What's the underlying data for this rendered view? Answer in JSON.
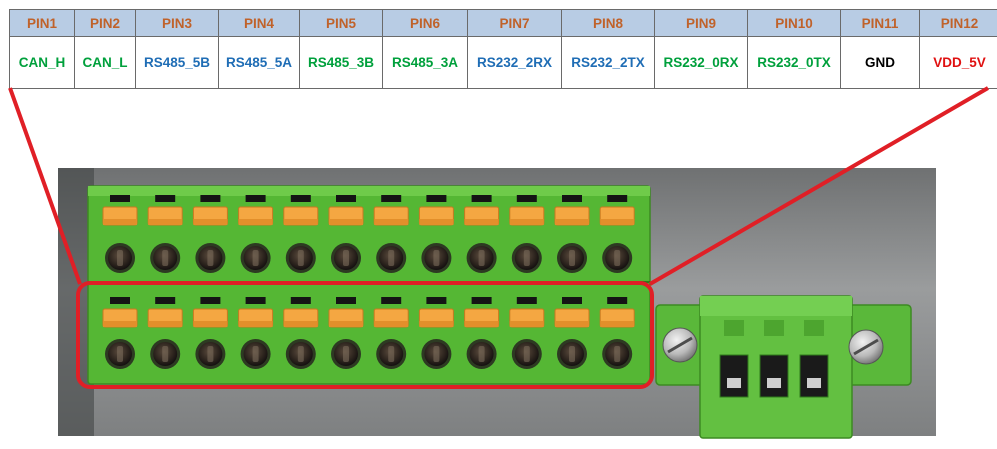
{
  "pins": [
    {
      "pin": "PIN1",
      "signal": "CAN_H",
      "color": "#00a03c"
    },
    {
      "pin": "PIN2",
      "signal": "CAN_L",
      "color": "#00a03c"
    },
    {
      "pin": "PIN3",
      "signal": "RS485_5B",
      "color": "#1f6db5"
    },
    {
      "pin": "PIN4",
      "signal": "RS485_5A",
      "color": "#1f6db5"
    },
    {
      "pin": "PIN5",
      "signal": "RS485_3B",
      "color": "#00a03c"
    },
    {
      "pin": "PIN6",
      "signal": "RS485_3A",
      "color": "#00a03c"
    },
    {
      "pin": "PIN7",
      "signal": "RS232_2RX",
      "color": "#1f6db5"
    },
    {
      "pin": "PIN8",
      "signal": "RS232_2TX",
      "color": "#1f6db5"
    },
    {
      "pin": "PIN9",
      "signal": "RS232_0RX",
      "color": "#00a03c"
    },
    {
      "pin": "PIN10",
      "signal": "RS232_0TX",
      "color": "#00a03c"
    },
    {
      "pin": "PIN11",
      "signal": "GND",
      "color": "#000000"
    },
    {
      "pin": "PIN12",
      "signal": "VDD_5V",
      "color": "#e01010"
    }
  ],
  "colors": {
    "header_bg": "#b8cce4",
    "header_text": "#c0622a",
    "highlight_outline": "#e01f26",
    "terminal_green": "#5cbd3a",
    "lever_orange": "#f4a742",
    "panel_gray": "#8e9091"
  },
  "connector": {
    "rows": 2,
    "positions_per_row": 12,
    "highlighted_row": "bottom",
    "side_plug_positions": 3
  }
}
